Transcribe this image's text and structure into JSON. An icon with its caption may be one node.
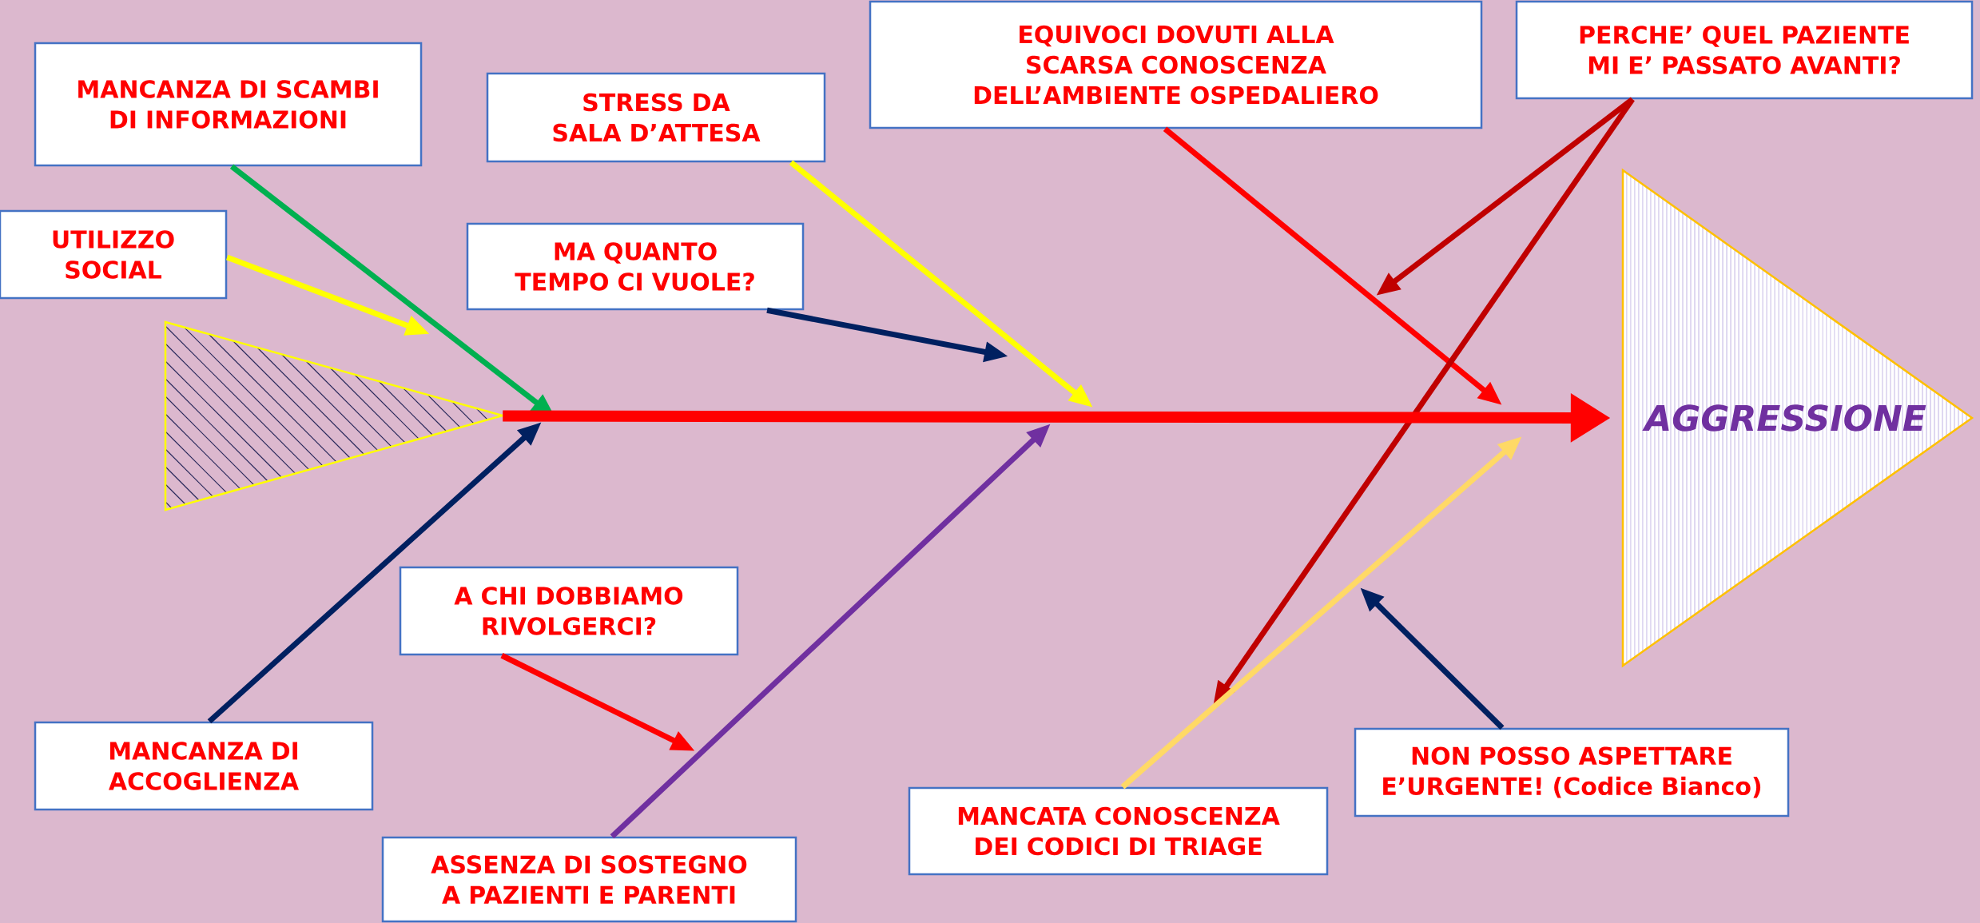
{
  "diagram": {
    "nodes": [
      {
        "text": [
          "MANCANZA DI SCAMBI DI INFORMAZIONI"
        ]
      },
      {
        "text": [
          "UTILIZZO SOCIAL"
        ]
      },
      {
        "text": [
          "STRESS DA SALA D’ATTESA"
        ]
      },
      {
        "text": [
          "MA QUANTO TEMPO CI VUOLE?"
        ]
      },
      {
        "text": [
          "EQUIVOCI DOVUTI ALLA SCARSA CONOSCENZA DELL’AMBIENTE OSPEDALIERO"
        ]
      },
      {
        "text": [
          "PERCHE’ QUEL PAZIENTE MI E’ PASSATO AVANTI?"
        ]
      },
      {
        "text": [],
        "shape": "triangle"
      },
      {
        "text": [
          "AGGRESSIONE"
        ]
      },
      {
        "text": [
          "MANCANZA DI ACCOGLIENZA"
        ]
      },
      {
        "text": [
          "A CHI DOBBIAMO RIVOLGERCI?"
        ]
      },
      {
        "text": [
          "ASSENZA DI SOSTEGNO A PAZIENTI E PARENTI"
        ]
      },
      {
        "text": [
          "MANCATA CONOSCENZA DEI CODICI DI TRIAGE"
        ]
      },
      {
        "text": [
          "NON POSSO ASPETTARE E’URGENTE! (Codice Bianco)"
        ]
      }
    ],
    "edges": [
      {
        "from": 0,
        "to": null,
        "arrow": "to",
        "color": "#00b050"
      },
      {
        "from": 1,
        "to": null,
        "arrow": "to",
        "color": "#ffff00"
      },
      {
        "from": 2,
        "to": null,
        "arrow": "to",
        "color": "#ffff00"
      },
      {
        "from": 3,
        "to": null,
        "arrow": "to",
        "color": "#002060"
      },
      {
        "from": 4,
        "to": null,
        "arrow": "to",
        "color": "#ff0000"
      },
      {
        "from": 5,
        "to": null,
        "arrow": "to",
        "color": "#c00000"
      },
      {
        "from": 5,
        "to": null,
        "arrow": "to",
        "color": "#c00000"
      },
      {
        "from": 6,
        "to": 7,
        "arrow": "to",
        "style": "thick",
        "color": "#ff0000"
      },
      {
        "from": 8,
        "to": null,
        "arrow": "to",
        "color": "#002060"
      },
      {
        "from": 9,
        "to": null,
        "arrow": "to",
        "color": "#ff0000"
      },
      {
        "from": 10,
        "to": null,
        "arrow": "to",
        "color": "#7030a0"
      },
      {
        "from": 11,
        "to": null,
        "arrow": "to",
        "color": "#ffd966"
      },
      {
        "from": 12,
        "to": null,
        "arrow": "to",
        "color": "#002060"
      }
    ]
  }
}
